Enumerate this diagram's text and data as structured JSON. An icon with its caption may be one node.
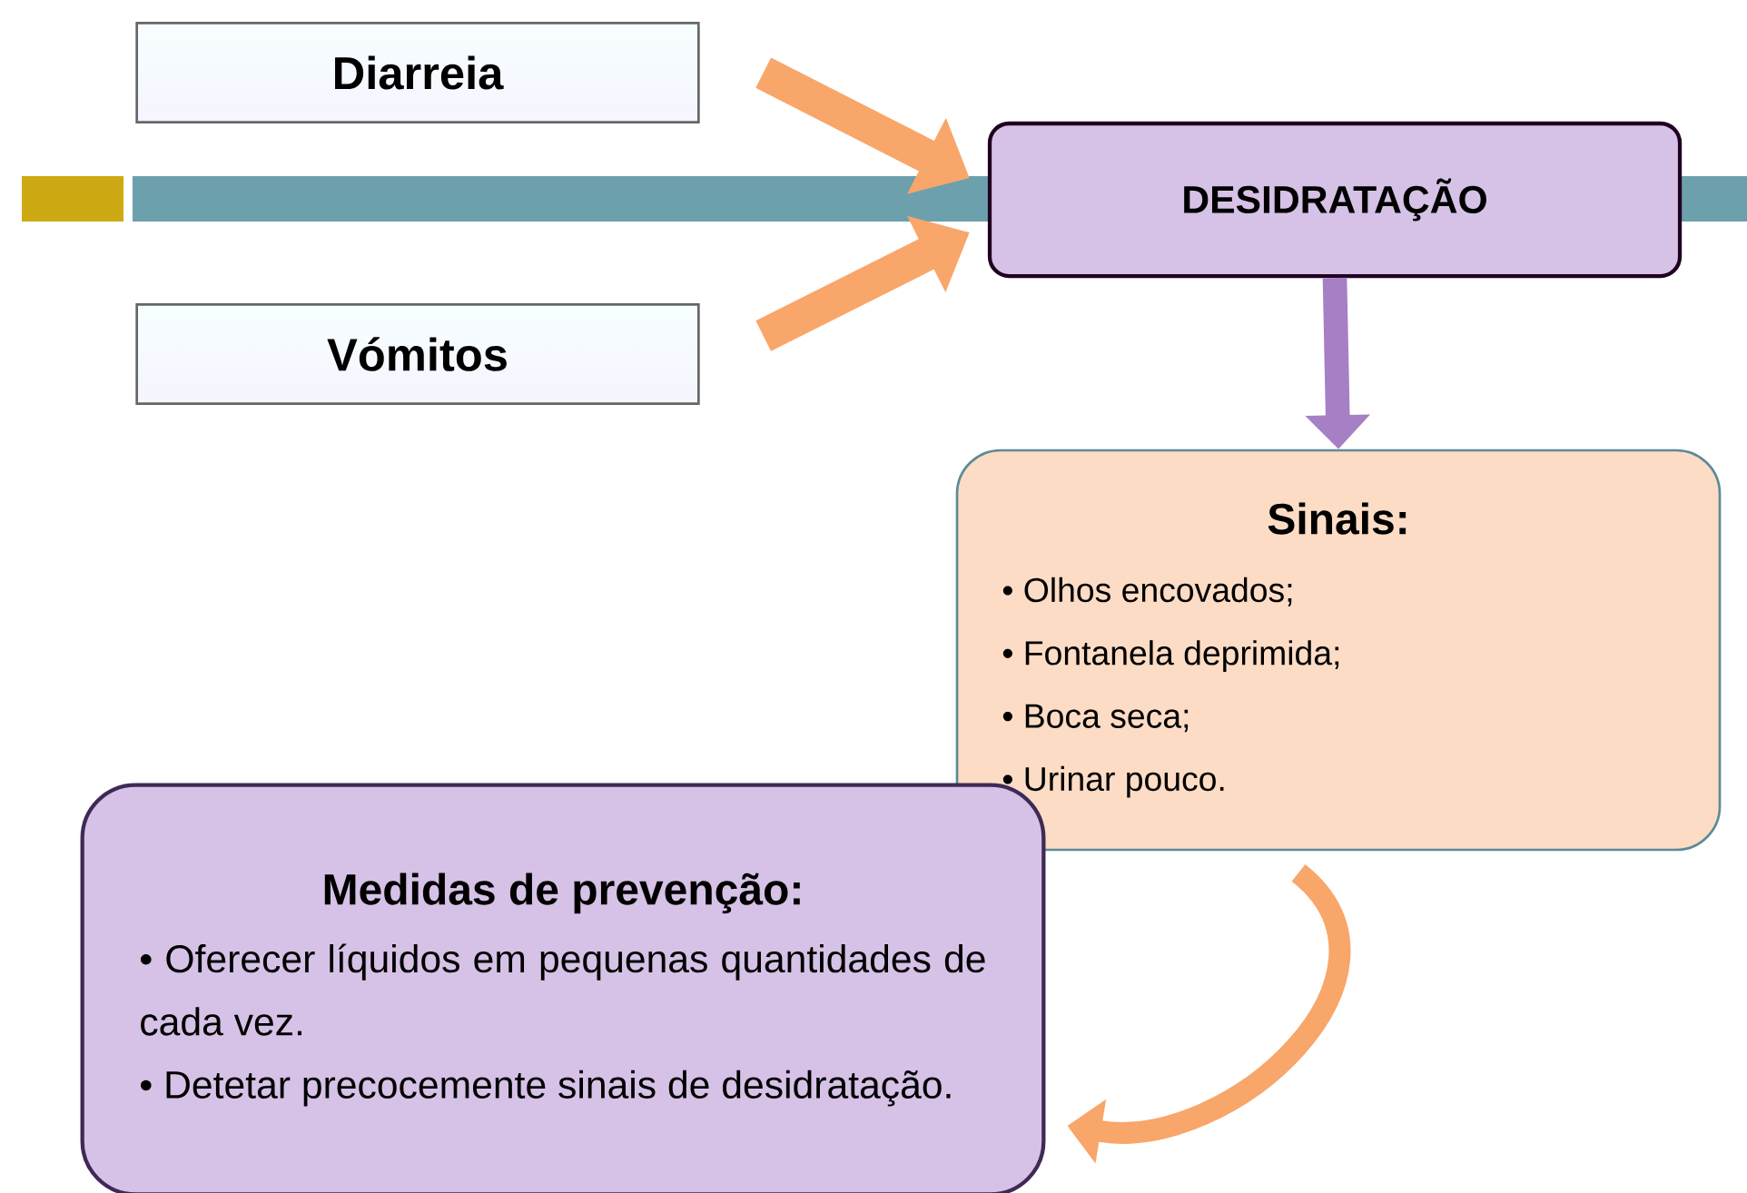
{
  "diagram": {
    "nodes": [
      {
        "text": [
          "Diarreia"
        ]
      },
      {
        "text": [
          "Vómitos"
        ]
      },
      {
        "text": [
          "DESIDRATAÇÃO"
        ]
      },
      {
        "text": [
          "Sinais:",
          "• Olhos encovados;",
          "• Fontanela deprimida;",
          "• Boca seca;",
          "• Urinar pouco."
        ]
      },
      {
        "text": [
          "Medidas de prevenção:",
          "• Oferecer líquidos em pequenas quantidades de cada vez.",
          "• Detetar precocemente sinais de desidratação."
        ]
      }
    ],
    "edges": [
      {
        "from": 0,
        "to": 2,
        "arrow": "to"
      },
      {
        "from": 1,
        "to": 2,
        "arrow": "to"
      },
      {
        "from": 2,
        "to": 3,
        "arrow": "to",
        "color": "#a67fc5"
      },
      {
        "from": 3,
        "to": 4,
        "arrow": "to"
      }
    ]
  }
}
